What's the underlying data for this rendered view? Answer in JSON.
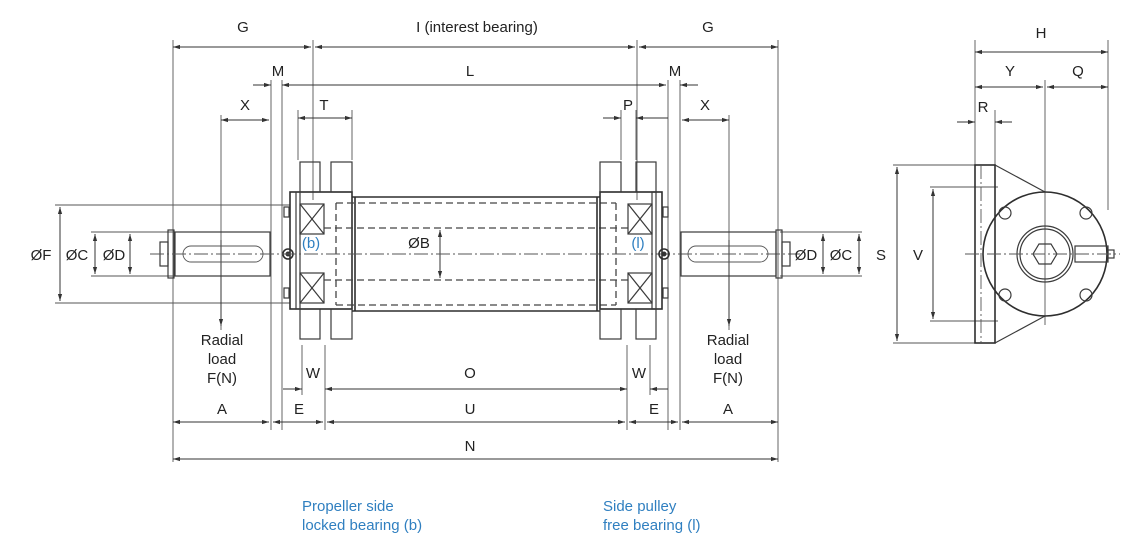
{
  "drawing": {
    "title": "Roller shaft assembly dimension drawing",
    "dimensions": {
      "G_left": "G",
      "I": "I (interest bearing)",
      "G_right": "G",
      "H": "H",
      "M_left": "M",
      "L": "L",
      "M_right": "M",
      "Y": "Y",
      "Q": "Q",
      "X_left": "X",
      "T": "T",
      "P": "P",
      "X_right": "X",
      "R": "R",
      "F": "ØF",
      "C_left": "ØC",
      "D_left": "ØD",
      "B": "ØB",
      "D_right": "ØD",
      "C_right": "ØC",
      "S": "S",
      "V": "V",
      "W_left": "W",
      "O": "O",
      "W_right": "W",
      "A_left": "A",
      "E_left": "E",
      "U": "U",
      "E_right": "E",
      "A_right": "A",
      "N": "N"
    },
    "bearing_marks": {
      "locked": "(b)",
      "free": "(l)"
    },
    "radial_load": {
      "left": [
        "Radial",
        "load",
        "F(N)"
      ],
      "right": [
        "Radial",
        "load",
        "F(N)"
      ]
    },
    "notes": {
      "propeller": [
        "Propeller side",
        "locked bearing (b)"
      ],
      "pulley": [
        "Side pulley",
        "free bearing (l)"
      ]
    },
    "colors": {
      "line": "#3a3a3a",
      "accent_blue": "#2f7fc0"
    }
  }
}
